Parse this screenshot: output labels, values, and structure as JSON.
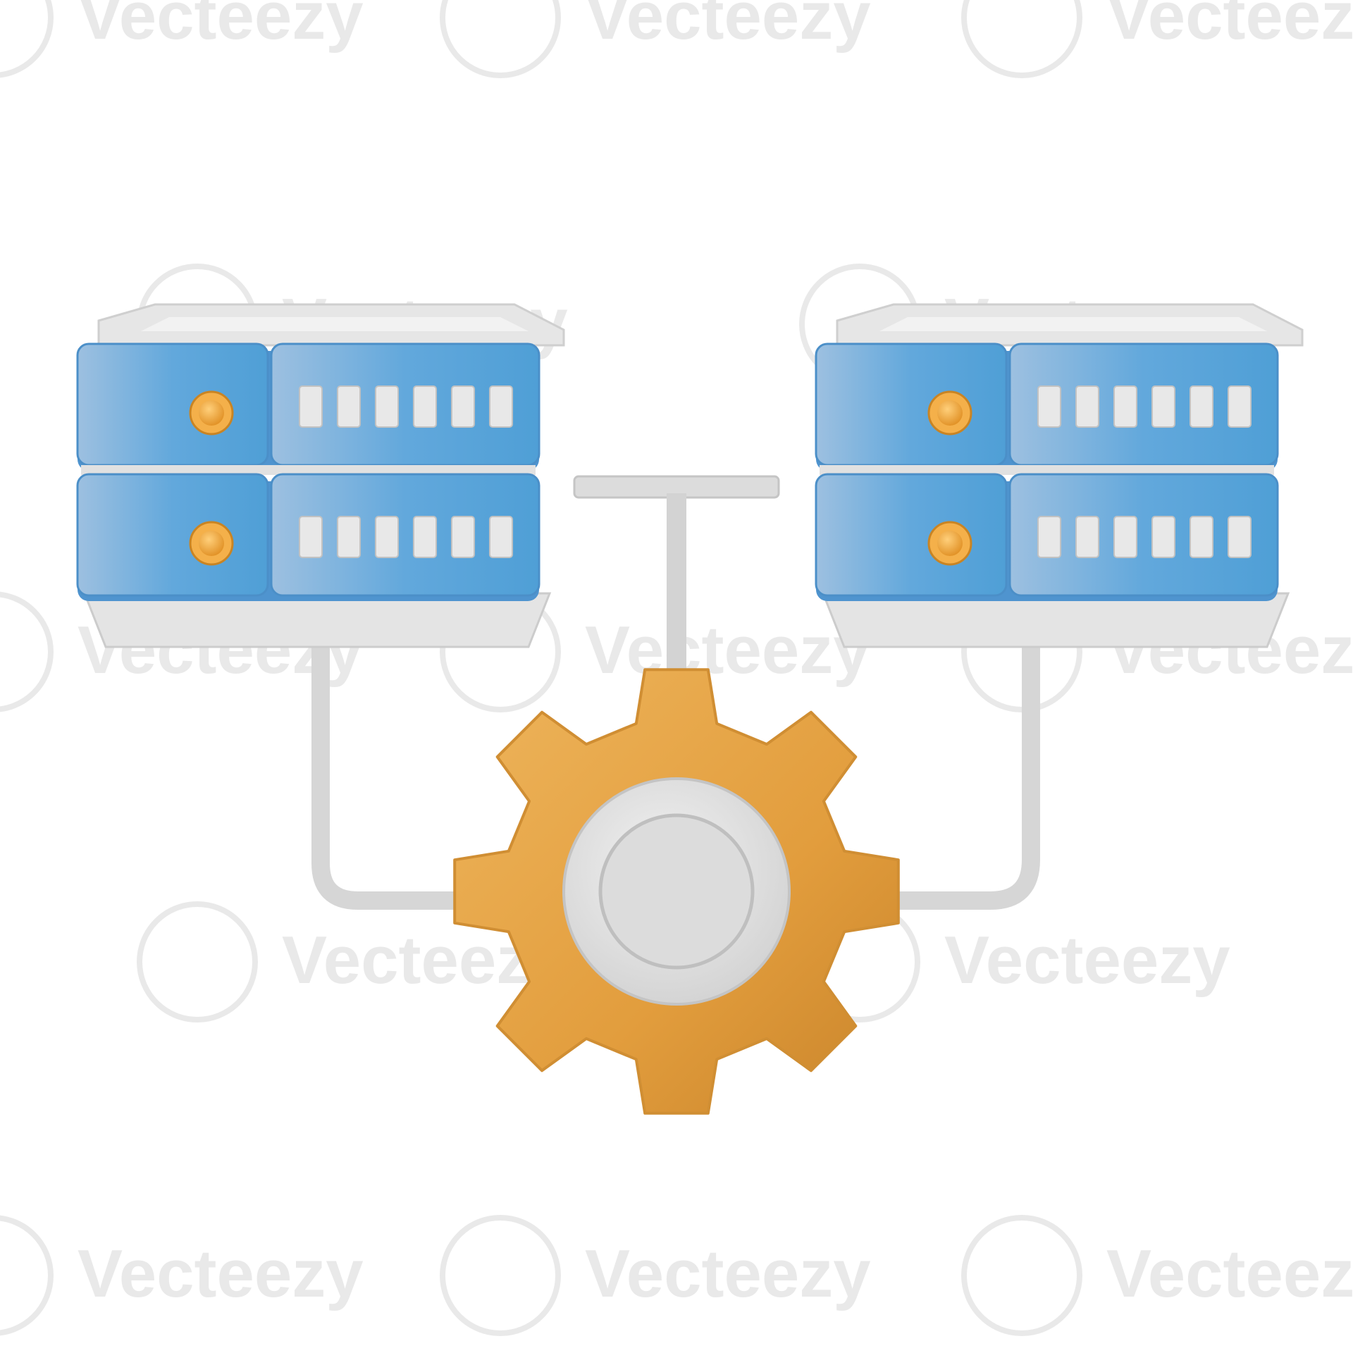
{
  "illustration": {
    "subject": "server-gear-icon",
    "colors": {
      "background": "#ffffff",
      "server_blue": "#5fa8de",
      "server_blue_dark": "#3f86c4",
      "server_blue_light": "#9dc8ea",
      "server_gray": "#e3e3e3",
      "server_gray_dark": "#bdbdbd",
      "led_orange": "#f1a73c",
      "gear_orange": "#e6a244",
      "gear_orange_dark": "#c98424",
      "hub_gray": "#dedede",
      "cable_gray": "#d5d5d5"
    },
    "servers": [
      {
        "id": "left",
        "units": 2,
        "slots_per_unit": 6
      },
      {
        "id": "right",
        "units": 2,
        "slots_per_unit": 6
      }
    ],
    "gear": {
      "teeth": 8
    }
  },
  "watermark": {
    "text": "Vecteezy",
    "color": "#e9e9e9"
  }
}
